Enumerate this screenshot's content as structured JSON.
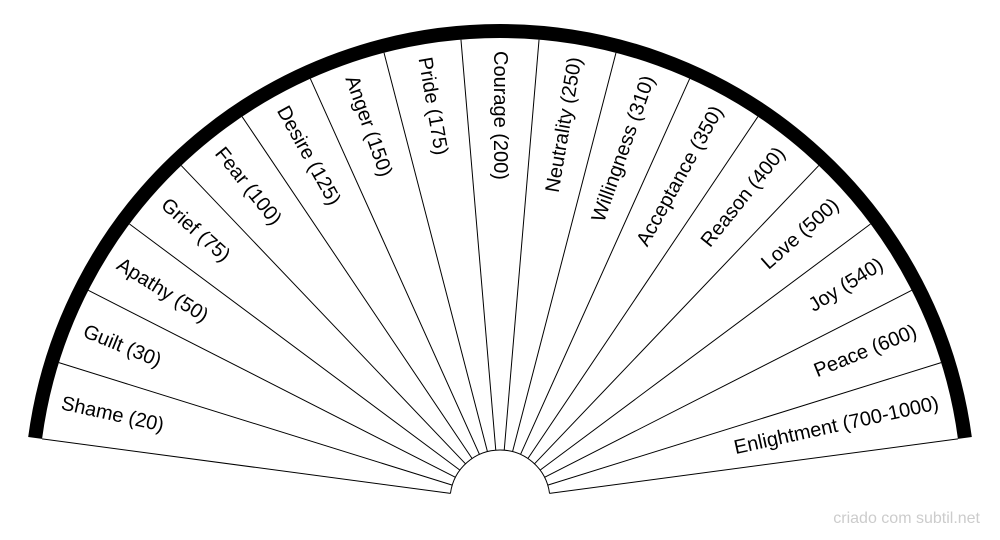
{
  "diagram": {
    "type": "semicircle-fan",
    "segments": [
      {
        "label": "Shame (20)"
      },
      {
        "label": "Guilt (30)"
      },
      {
        "label": "Apathy (50)"
      },
      {
        "label": "Grief (75)"
      },
      {
        "label": "Fear (100)"
      },
      {
        "label": "Desire (125)"
      },
      {
        "label": "Anger (150)"
      },
      {
        "label": "Pride (175)"
      },
      {
        "label": "Courage (200)"
      },
      {
        "label": "Neutrality (250)"
      },
      {
        "label": "Willingness (310)"
      },
      {
        "label": "Acceptance (350)"
      },
      {
        "label": "Reason (400)"
      },
      {
        "label": "Love (500)"
      },
      {
        "label": "Joy (540)"
      },
      {
        "label": "Peace (600)"
      },
      {
        "label": "Enlightment (700-1000)"
      }
    ],
    "colors": {
      "border": "#000000",
      "fill": "#ffffff",
      "footer": "#cccccc"
    }
  },
  "footer": {
    "text": "criado com subtil.net"
  }
}
